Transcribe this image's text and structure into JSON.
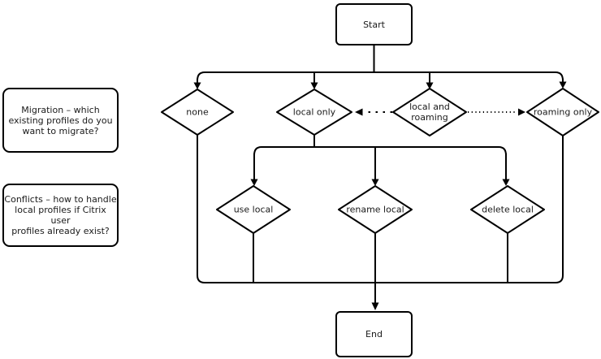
{
  "diagram": {
    "type": "flowchart",
    "nodes": {
      "start": {
        "label": "Start",
        "shape": "rounded-rectangle"
      },
      "none": {
        "label": "none",
        "shape": "decision-diamond"
      },
      "local_only": {
        "label": "local only",
        "shape": "decision-diamond"
      },
      "local_and_roaming": {
        "lines": [
          "local and",
          "roaming"
        ],
        "shape": "decision-diamond"
      },
      "roaming_only": {
        "label": "roaming only",
        "shape": "decision-diamond"
      },
      "use_local": {
        "label": "use local",
        "shape": "decision-diamond"
      },
      "rename_local": {
        "label": "rename local",
        "shape": "decision-diamond"
      },
      "delete_local": {
        "label": "delete local",
        "shape": "decision-diamond"
      },
      "end": {
        "label": "End",
        "shape": "rounded-rectangle"
      }
    },
    "side_notes": [
      {
        "id": "migration-question",
        "lines": [
          "Migration – which",
          "existing profiles do you",
          "want to migrate?"
        ]
      },
      {
        "id": "conflicts-question",
        "lines": [
          "Conflicts – how to handle",
          "local profiles if Citrix user",
          "profiles already exist?"
        ]
      }
    ],
    "edges": [
      {
        "from": "start",
        "to": "none",
        "style": "solid-arrow"
      },
      {
        "from": "start",
        "to": "local_only",
        "style": "solid-arrow"
      },
      {
        "from": "start",
        "to": "local_and_roaming",
        "style": "solid-arrow"
      },
      {
        "from": "start",
        "to": "roaming_only",
        "style": "solid-arrow"
      },
      {
        "from": "local_and_roaming",
        "to": "local_only",
        "style": "dotted-arrow"
      },
      {
        "from": "local_and_roaming",
        "to": "roaming_only",
        "style": "dotted-arrow"
      },
      {
        "from": "local_only",
        "to": "use_local",
        "style": "solid-arrow"
      },
      {
        "from": "local_only",
        "to": "rename_local",
        "style": "solid-arrow"
      },
      {
        "from": "local_only",
        "to": "delete_local",
        "style": "solid-arrow"
      },
      {
        "from": "none",
        "to": "end",
        "style": "solid-arrow"
      },
      {
        "from": "use_local",
        "to": "end",
        "style": "solid-arrow"
      },
      {
        "from": "rename_local",
        "to": "end",
        "style": "solid-arrow"
      },
      {
        "from": "delete_local",
        "to": "end",
        "style": "solid-arrow"
      },
      {
        "from": "roaming_only",
        "to": "end",
        "style": "solid-arrow"
      }
    ],
    "colors": {
      "line": "#000000",
      "text": "#1a1a1a",
      "node_fill": "#ffffff",
      "background": "#ffffff"
    }
  }
}
